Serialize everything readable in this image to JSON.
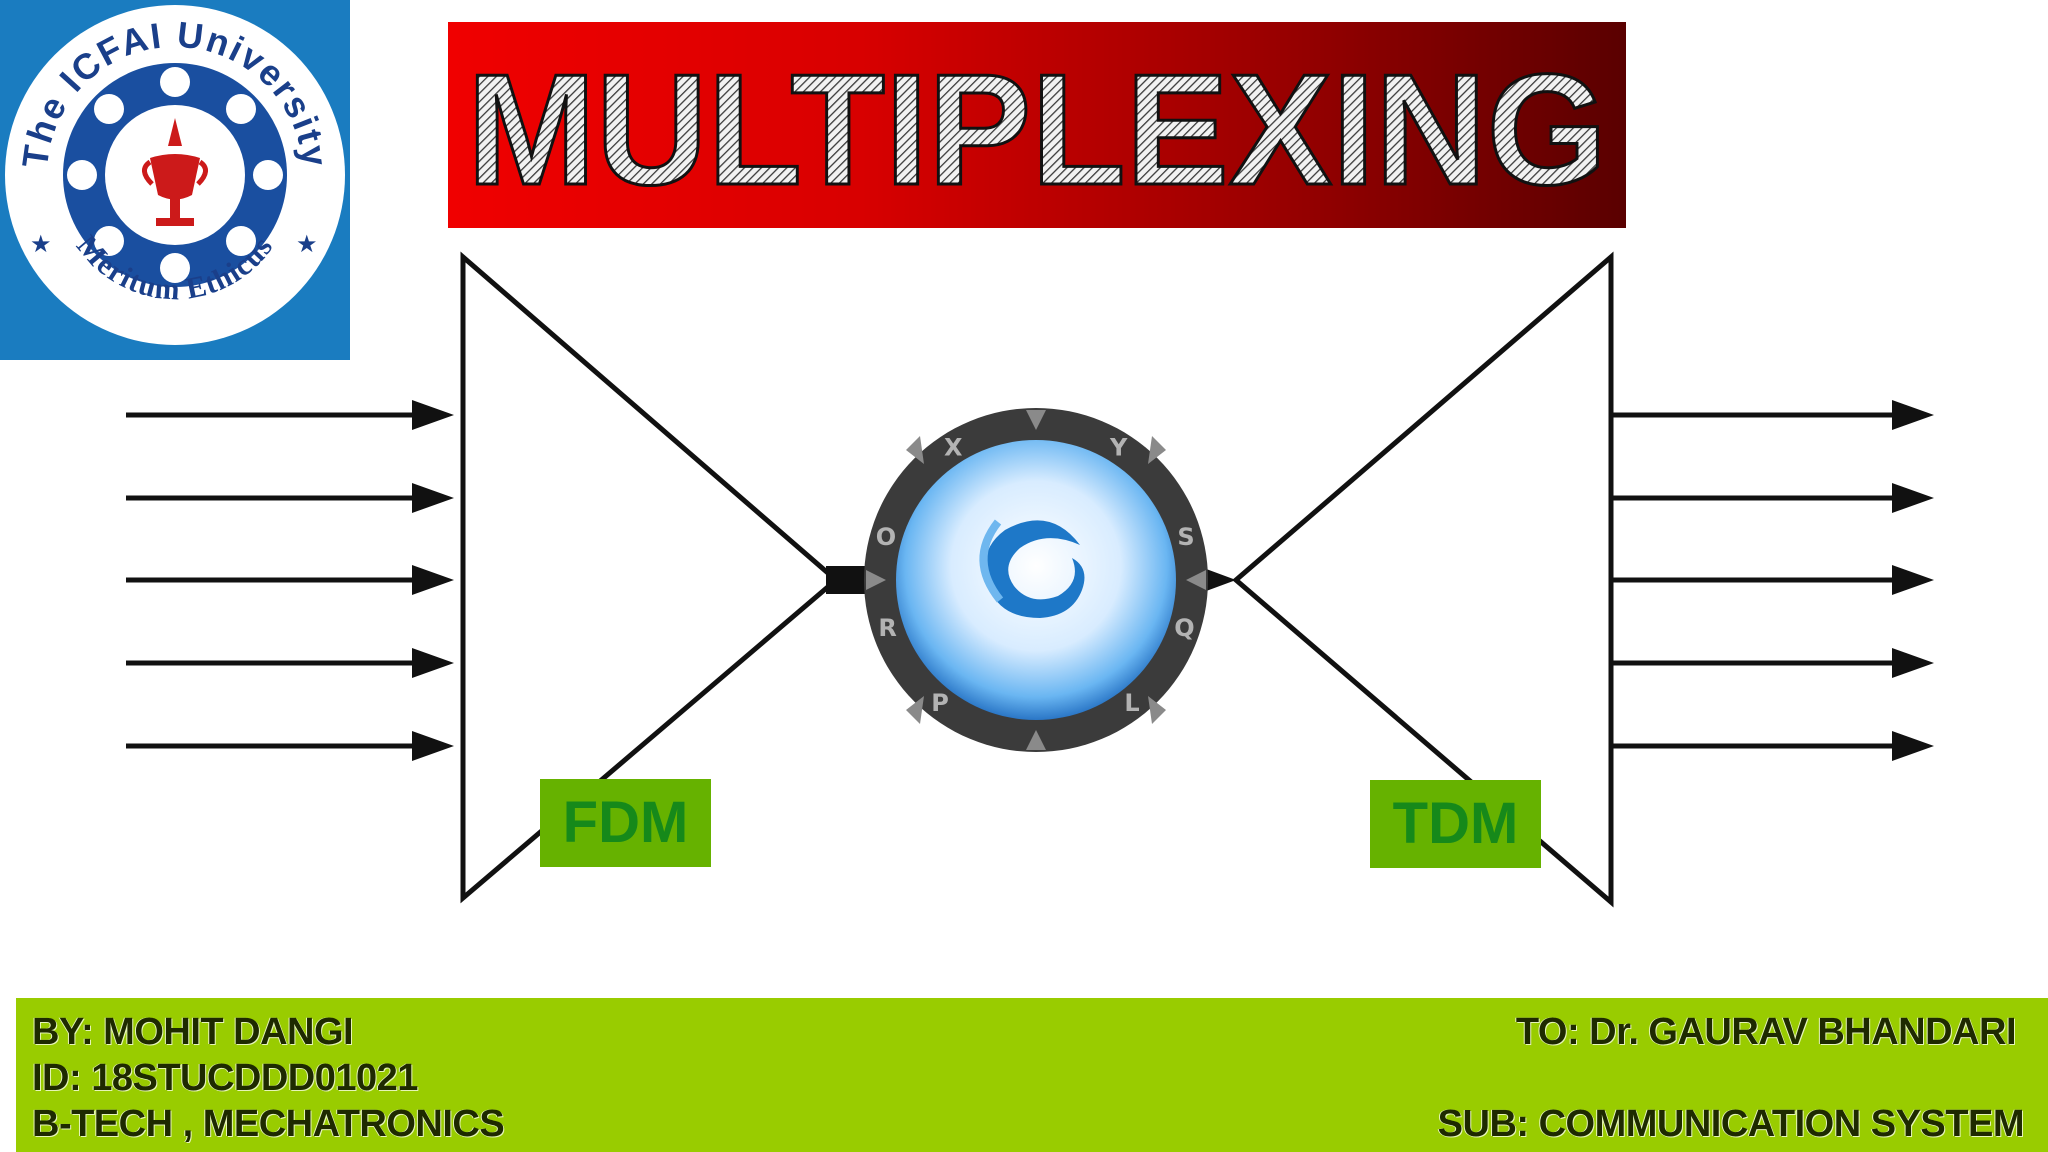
{
  "logo": {
    "top_text": "The ICFAI University",
    "bottom_text": "Meritum Ethicus",
    "colors": {
      "background": "#1a7cc0",
      "ring": "#1a4fa0",
      "emblem": "#cc1a1a"
    }
  },
  "title": {
    "text": "MULTIPLEXING",
    "colors": {
      "gradient_start": "#f00000",
      "gradient_end": "#5a0000"
    }
  },
  "diagram": {
    "left_label": "FDM",
    "right_label": "TDM",
    "center_logo_letters": [
      "P",
      "R",
      "O",
      "X",
      "Y",
      "S",
      "Q",
      "L"
    ],
    "label_color": "#16891a",
    "label_background": "#66b200"
  },
  "footer": {
    "by": "BY: MOHIT DANGI",
    "id": "ID: 18STUCDDD01021",
    "course": "B-TECH , MECHATRONICS",
    "to": "TO: Dr. GAURAV BHANDARI",
    "subject": "SUB: COMMUNICATION SYSTEM",
    "background": "#99cc00"
  }
}
